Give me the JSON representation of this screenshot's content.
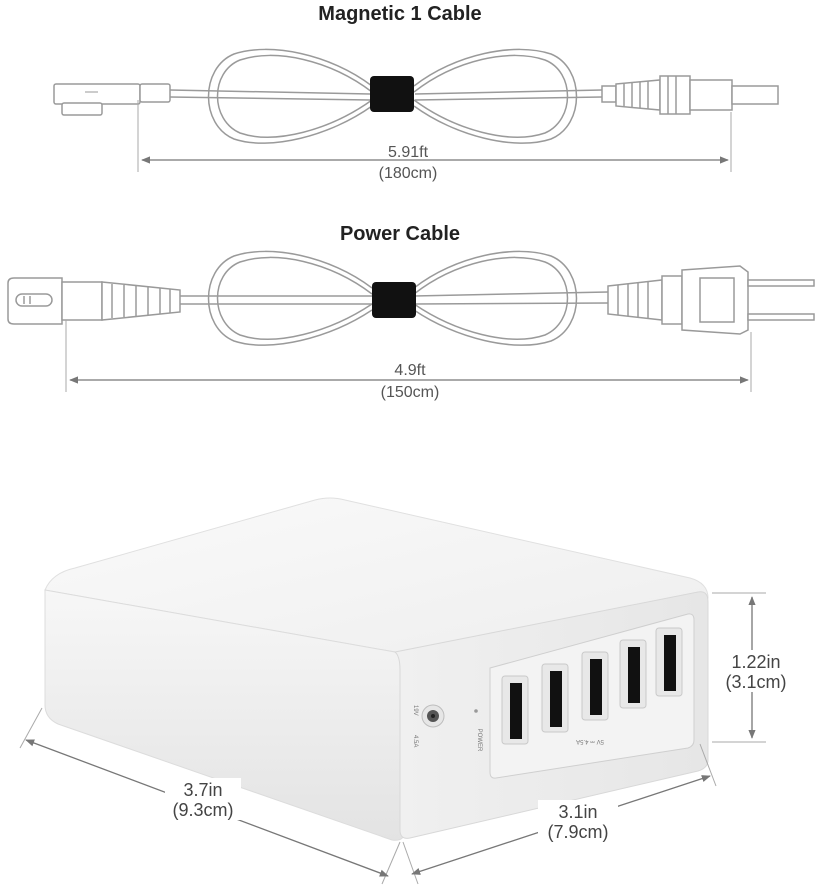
{
  "magnetic_cable": {
    "title": "Magnetic 1 Cable",
    "length_ft": "5.91ft",
    "length_cm": "(180cm)"
  },
  "power_cable": {
    "title": "Power Cable",
    "length_ft": "4.9ft",
    "length_cm": "(150cm)"
  },
  "charger": {
    "height_in": "1.22in",
    "height_cm": "(3.1cm)",
    "length_in": "3.7in",
    "length_cm": "(9.3cm)",
    "width_in": "3.1in",
    "width_cm": "(7.9cm)",
    "dc_label_v": "19V",
    "dc_label_a": "4.5A",
    "power_label": "POWER",
    "usb_label": "5V ⎓ 4.5A"
  },
  "colors": {
    "line": "#9a9a9a",
    "tie": "#111111",
    "body": "#f4f4f4"
  }
}
